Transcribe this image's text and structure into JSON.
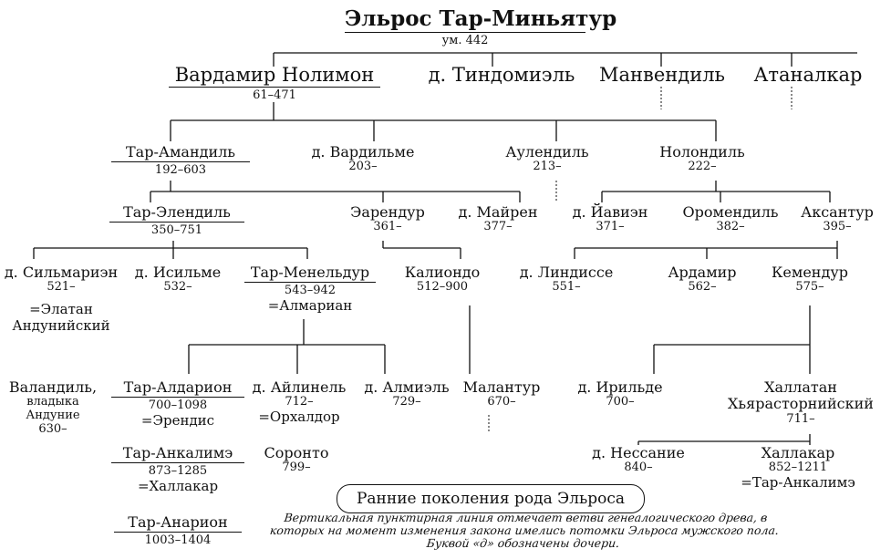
{
  "diagram": {
    "title_box": "Ранние поколения рода Эльроса",
    "note": "Вертикальная пунктирная линия отмечает ветви генеалогического древа, в которых на момент изменения закона имелись потомки Эльроса мужского пола. Буквой «д» обозначены дочери."
  },
  "people": {
    "elros": {
      "name": "Эльрос Тар-Миньятур",
      "dates": "ум. 442"
    },
    "vardamir": {
      "name": "Вардамир Нолимон",
      "dates": "61–471"
    },
    "tindomiel": {
      "name": "д. Тиндомиэль",
      "dates": ""
    },
    "manwendil": {
      "name": "Манвендиль",
      "dates": ""
    },
    "atanalkar": {
      "name": "Атаналкар",
      "dates": ""
    },
    "tar_amandil": {
      "name": "Тар-Амандиль",
      "dates": "192–603"
    },
    "vardilme": {
      "name": "д. Вардильме",
      "dates": "203–"
    },
    "aulendil": {
      "name": "Аулендиль",
      "dates": "213–"
    },
    "nolondil": {
      "name": "Нолондиль",
      "dates": "222–"
    },
    "tar_elendil": {
      "name": "Тар-Элендиль",
      "dates": "350–751"
    },
    "earendur": {
      "name": "Эарендур",
      "dates": "361–"
    },
    "mairen": {
      "name": "д. Майрен",
      "dates": "377–"
    },
    "yaviyen": {
      "name": "д. Йавиэн",
      "dates": "371–"
    },
    "oromendil": {
      "name": "Оромендиль",
      "dates": "382–"
    },
    "aksantur": {
      "name": "Аксантур",
      "dates": "395–"
    },
    "silmariyen": {
      "name": "д. Сильмариэн",
      "dates": "521–",
      "spouse": "=Элатан Андунийский"
    },
    "isilme": {
      "name": "д. Исильме",
      "dates": "532–"
    },
    "tar_meneldur": {
      "name": "Тар-Менельдур",
      "dates": "543–942",
      "spouse": "=Алмариан"
    },
    "kaliondo": {
      "name": "Калиондо",
      "dates": "512–900"
    },
    "lindisse": {
      "name": "д. Линдиссе",
      "dates": "551–"
    },
    "ardamir": {
      "name": "Ардамир",
      "dates": "562–"
    },
    "kemendur": {
      "name": "Кемендур",
      "dates": "575–"
    },
    "valandil": {
      "name": "Валандиль,",
      "title": "владыка Андуние",
      "dates": "630–"
    },
    "tar_aldarion": {
      "name": "Тар-Алдарион",
      "dates": "700–1098",
      "spouse": "=Эрендис"
    },
    "ailinel": {
      "name": "д. Айлинель",
      "dates": "712–",
      "spouse": "=Орхалдор"
    },
    "almiel": {
      "name": "д. Алмиэль",
      "dates": "729–"
    },
    "malantur": {
      "name": "Малантур",
      "dates": "670–"
    },
    "irilde": {
      "name": "д. Ирильде",
      "dates": "700–"
    },
    "hallatan": {
      "name": "Халлатан Хьярасторнийский",
      "dates": "711–"
    },
    "tar_ankalime": {
      "name": "Тар-Анкалимэ",
      "dates": "873–1285",
      "spouse": "=Халлакар"
    },
    "soronto": {
      "name": "Соронто",
      "dates": "799–"
    },
    "nessanie": {
      "name": "д. Нессание",
      "dates": "840–"
    },
    "hallakar": {
      "name": "Халлакар",
      "dates": "852–1211",
      "spouse": "=Тар-Анкалимэ"
    },
    "tar_anarion": {
      "name": "Тар-Анарион",
      "dates": "1003–1404"
    }
  }
}
